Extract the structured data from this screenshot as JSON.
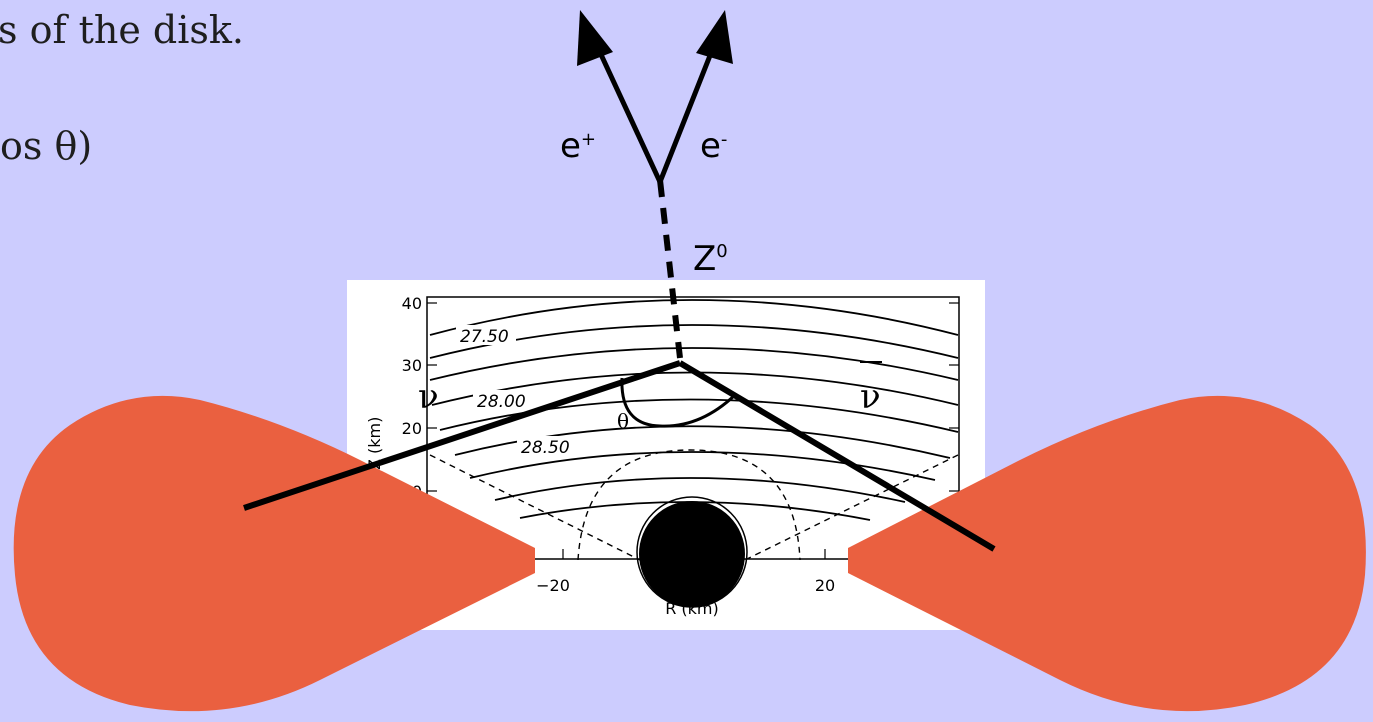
{
  "text": {
    "line1": "s of the disk.",
    "line2": "os θ)"
  },
  "diagram": {
    "colors": {
      "background": "#ccccfe",
      "disk": "#ea6040",
      "plot_bg": "#ffffff",
      "ink": "#000000"
    },
    "particles": {
      "positron": "e",
      "positron_sup": "+",
      "electron": "e",
      "electron_sup": "-",
      "boson": "Z",
      "boson_sup": "0",
      "nu_left": "ν",
      "nu_right": "ν",
      "angle": "θ"
    },
    "plot": {
      "y_axis_label": "Z (km)",
      "x_axis_label": "R (km)",
      "y_ticks": [
        "40",
        "30",
        "20",
        "10"
      ],
      "x_ticks": [
        "−20",
        "20"
      ],
      "contour_labels": [
        "27.50",
        "28.00",
        "28.50"
      ]
    }
  }
}
